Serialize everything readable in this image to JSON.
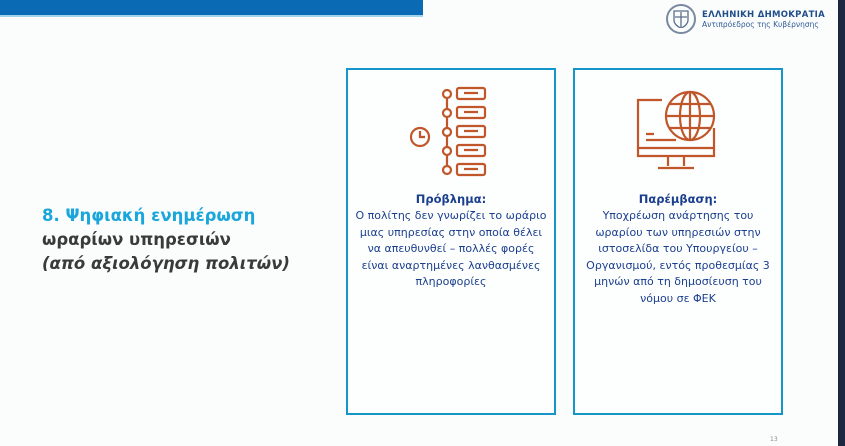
{
  "header": {
    "org": "ΕΛΛΗΝΙΚΗ ΔΗΜΟΚΡΑΤΙΑ",
    "office": "Αντιπρόεδρος της Κυβέρνησης"
  },
  "slide": {
    "title_line1": "8. Ψηφιακή ενημέρωση",
    "title_line2": "ωραρίων υπηρεσιών",
    "title_line3": "(από αξιολόγηση πολιτών)",
    "problem": {
      "heading": "Πρόβλημα:",
      "text": "Ο πολίτης δεν γνωρίζει το ωράριο μιας υπηρεσίας στην οποία θέλει να απευθυνθεί – πολλές φορές είναι αναρτημένες λανθασμένες πληροφορίες"
    },
    "intervention": {
      "heading": "Παρέμβαση:",
      "text": "Υποχρέωση ανάρτησης του ωραρίου των υπηρεσιών στην ιστοσελίδα του Υπουργείου – Οργανισμού, εντός προθεσμίας 3 μηνών από τη δημοσίευση του νόμου σε ΦΕΚ"
    },
    "page_number": "13"
  },
  "colors": {
    "accent": "#1aa6dc",
    "icon": "#c0562a",
    "text": "#1b3f8f",
    "border": "#1596c9"
  }
}
